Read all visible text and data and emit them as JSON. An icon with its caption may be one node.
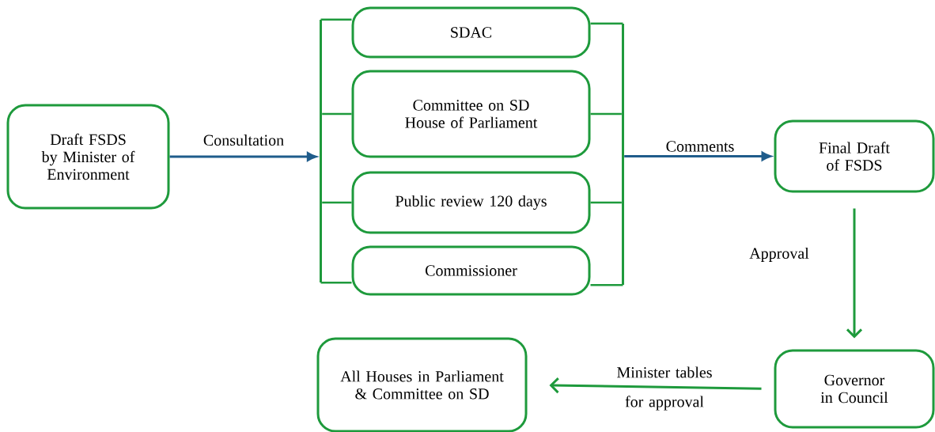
{
  "diagram": {
    "nodes": [
      {
        "text": [
          "Draft FSDS by Minister of Environment"
        ]
      },
      {
        "text": [],
        "shape": "bar"
      },
      {
        "text": [
          "SDAC"
        ]
      },
      {
        "text": [
          "Committee on SD House of Parliament"
        ]
      },
      {
        "text": [
          "Public review 120 days"
        ]
      },
      {
        "text": [
          "Commissioner"
        ]
      },
      {
        "text": [],
        "shape": "bar"
      },
      {
        "text": [
          "Final Draft of FSDS"
        ]
      },
      {
        "text": [
          "Governor in Council"
        ]
      },
      {
        "text": [
          "All Houses in Parliament & Committee on SD"
        ]
      }
    ],
    "edges": [
      {
        "from": 0,
        "to": 1,
        "arrow": "to",
        "label": "Consultation",
        "color": "#1f5c8b"
      },
      {
        "from": 1,
        "to": 2,
        "arrow": "none"
      },
      {
        "from": 1,
        "to": 3,
        "arrow": "none"
      },
      {
        "from": 1,
        "to": 4,
        "arrow": "none"
      },
      {
        "from": 1,
        "to": 5,
        "arrow": "none"
      },
      {
        "from": 2,
        "to": 6,
        "arrow": "none"
      },
      {
        "from": 3,
        "to": 6,
        "arrow": "none"
      },
      {
        "from": 4,
        "to": 6,
        "arrow": "none"
      },
      {
        "from": 5,
        "to": 6,
        "arrow": "none"
      },
      {
        "from": 6,
        "to": 7,
        "arrow": "to",
        "label": "Comments",
        "color": "#1f5c8b"
      },
      {
        "from": 7,
        "to": 8,
        "arrow": "to",
        "label": "Approval"
      },
      {
        "from": 8,
        "to": 9,
        "arrow": "to",
        "label": "Minister tables for approval"
      }
    ]
  }
}
